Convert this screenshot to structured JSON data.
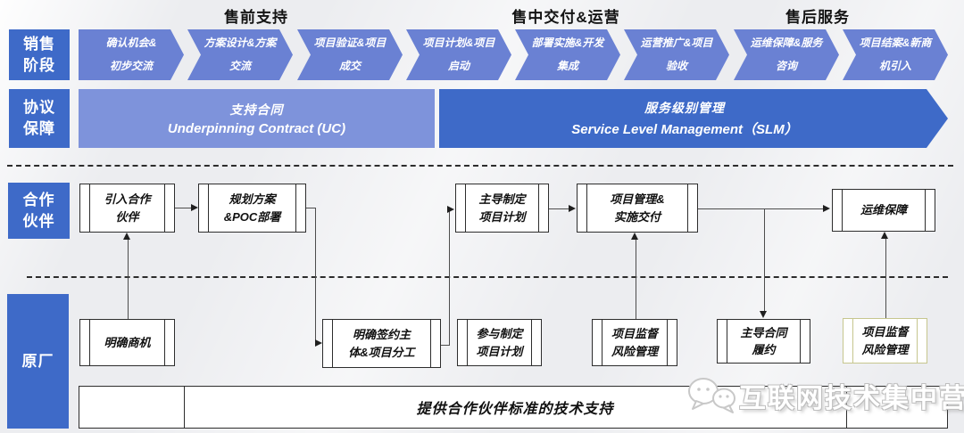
{
  "phase_headers": [
    "售前支持",
    "售中交付&运营",
    "售后服务"
  ],
  "row_labels": {
    "sales_stage": "销售\n阶段",
    "agreement": "协议\n保障",
    "partner": "合作\n伙伴",
    "vendor": "原厂"
  },
  "sales_stages": [
    "确认机会&\n初步交流",
    "方案设计&方案\n交流",
    "项目验证&项目\n成交",
    "项目计划&项目\n启动",
    "部署实施&开发\n集成",
    "运营推广&项目\n验收",
    "运维保障&服务\n咨询",
    "项目结案&新商\n机引入"
  ],
  "agreement": {
    "uc_zh": "支持合同",
    "uc_en": "Underpinning Contract (UC)",
    "slm_zh": "服务级别管理",
    "slm_en": "Service Level Management（SLM）"
  },
  "partner_boxes": [
    "引入合作\n伙伴",
    "规划方案\n&POC部署",
    "主导制定\n项目计划",
    "项目管理&\n实施交付",
    "运维保障"
  ],
  "vendor_boxes": [
    "明确商机",
    "明确签约主\n体&项目分工",
    "参与制定\n项目计划",
    "项目监督\n风险管理",
    "主导合同\n履约",
    "项目监督\n风险管理"
  ],
  "bottom_bar": {
    "label": "提供合作伙伴标准的技术支持"
  },
  "watermark": {
    "text": "互联网技术集中营"
  },
  "colors": {
    "label_blue": "#3e6ac8",
    "chevron_blue": "#6a81d3",
    "uc_blue": "#7e93db",
    "slm_blue": "#3e6ac8",
    "highlight_border": "#c6c68e"
  }
}
